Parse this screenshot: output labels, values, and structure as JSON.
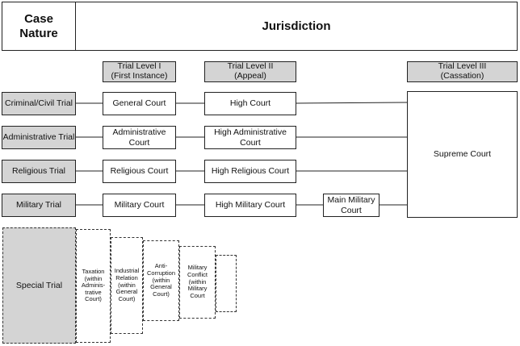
{
  "header": {
    "case_nature": "Case\nNature",
    "jurisdiction": "Jurisdiction"
  },
  "levels": {
    "level1": "Trial Level I\n(First Instance)",
    "level2": "Trial Level II\n(Appeal)",
    "level3": "Trial Level III\n(Cassation)"
  },
  "case_types": {
    "criminal_civil": "Criminal/Civil Trial",
    "administrative": "Administrative Trial",
    "religious": "Religious Trial",
    "military": "Military Trial",
    "special": "Special Trial"
  },
  "courts": {
    "general": "General Court",
    "high": "High Court",
    "administrative": "Administrative Court",
    "high_administrative": "High Administrative Court",
    "religious": "Religious Court",
    "high_religious": "High Religious Court",
    "military": "Military Court",
    "high_military": "High Military Court",
    "main_military": "Main Military\nCourt",
    "supreme": "Supreme Court"
  },
  "special_courts": {
    "taxation": "Taxation\n(within\nAdminis-\ntrative\nCourt)",
    "industrial": "Industrial\nRelation\n(within\nGeneral\nCourt)",
    "anti_corruption": "Anti-\nCorruption\n(within\nGeneral\nCourt)",
    "military_conflict": "Military\nConflict\n(within\nMilitary\nCourt"
  }
}
